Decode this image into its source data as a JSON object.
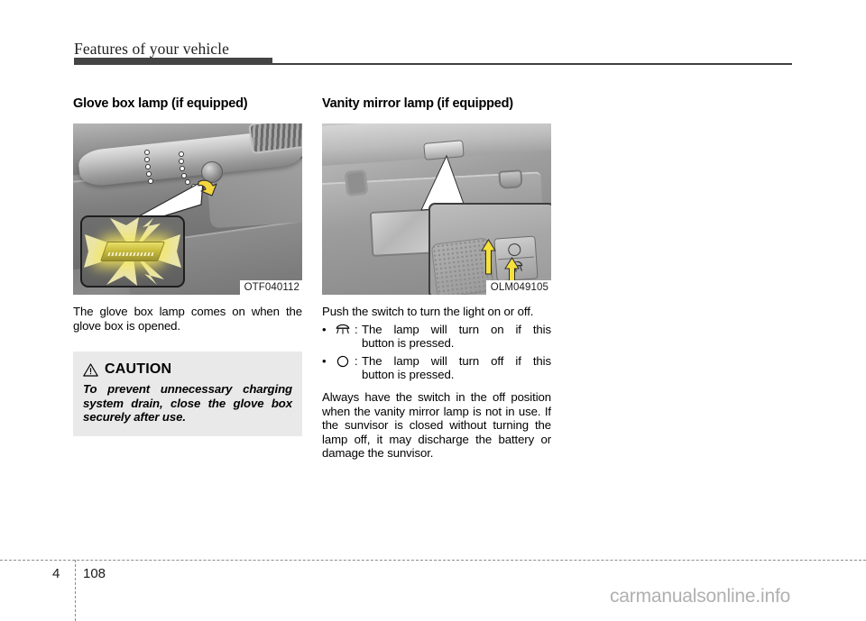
{
  "header": {
    "title": "Features of your vehicle"
  },
  "left_column": {
    "heading": "Glove box lamp (if equipped)",
    "figure": {
      "caption": "OTF040112",
      "alt_name": "glove-box-lamp-illustration"
    },
    "paragraph": "The glove box lamp comes on when the glove box is opened.",
    "caution": {
      "icon": "warning-triangle-icon",
      "title": "CAUTION",
      "text": "To prevent unnecessary charging system drain, close the glove box securely after use."
    }
  },
  "right_column": {
    "heading": "Vanity mirror lamp (if equipped)",
    "figure": {
      "caption": "OLM049105",
      "alt_name": "vanity-mirror-lamp-illustration"
    },
    "paragraph_intro": "Push the switch to turn the light on or off.",
    "bullets": [
      {
        "bullet": "•",
        "symbol": "lamp-on-icon",
        "colon": ":",
        "line1": "The lamp will turn on if this",
        "line2": "button is pressed."
      },
      {
        "bullet": "•",
        "symbol": "lamp-off-circle-icon",
        "colon": ":",
        "line1": "The lamp will turn off if this",
        "line2": "button is pressed."
      }
    ],
    "paragraph_outro": "Always have the switch in the off position when the vanity mirror lamp is not in use. If the sunvisor is closed without turning the lamp off, it may discharge the battery or damage the sunvisor."
  },
  "footer": {
    "chapter": "4",
    "page": "108",
    "watermark": "carmanualsonline.info"
  },
  "colors": {
    "rule": "#444444",
    "caution_bg": "#e9e9e9",
    "lamp_glow": "#f5e65a",
    "arrow": "#f5e03c",
    "watermark": "#b0b0b0"
  }
}
